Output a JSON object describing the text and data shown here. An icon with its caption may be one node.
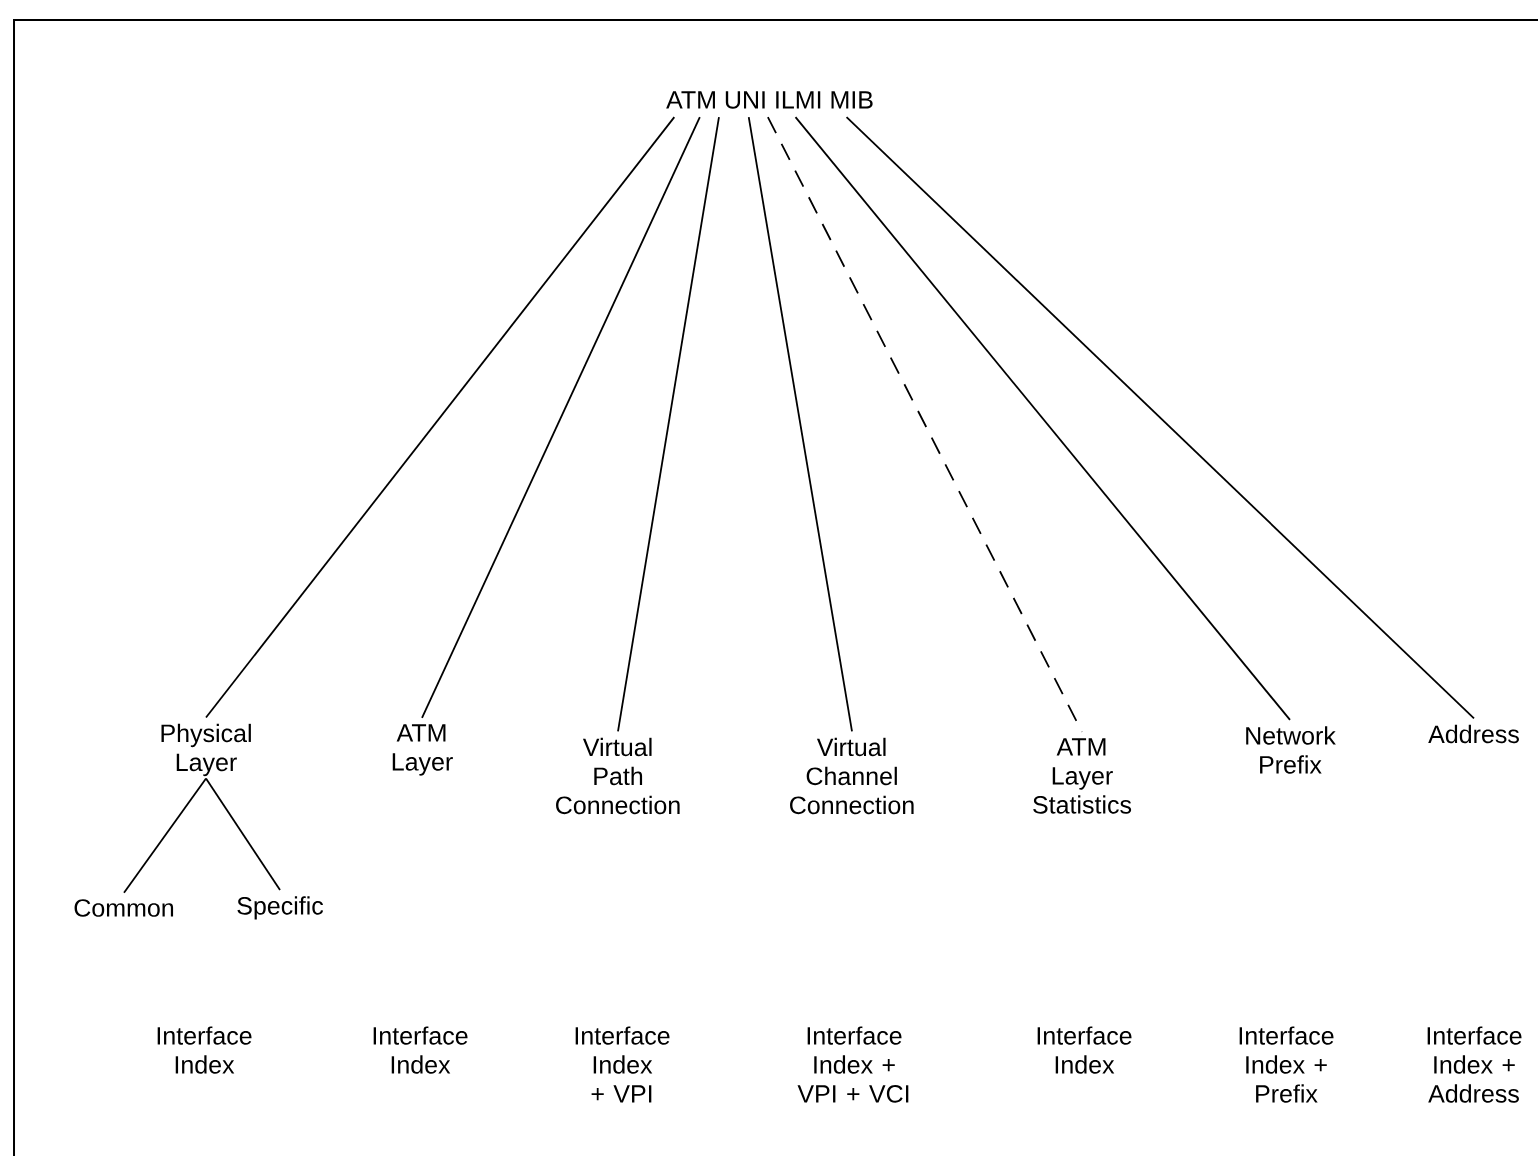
{
  "diagram": {
    "nodes": [
      {
        "text": [
          "ATM UNI ILMI MIB"
        ]
      },
      {
        "text": [
          "Physical Layer"
        ]
      },
      {
        "text": [
          "ATM Layer"
        ]
      },
      {
        "text": [
          "Virtual Path Connection"
        ]
      },
      {
        "text": [
          "Virtual Channel Connection"
        ]
      },
      {
        "text": [
          "ATM Layer Statistics"
        ]
      },
      {
        "text": [
          "Network Prefix"
        ]
      },
      {
        "text": [
          "Address"
        ]
      },
      {
        "text": [
          "Common"
        ]
      },
      {
        "text": [
          "Specific"
        ]
      }
    ],
    "edges": [
      {
        "from": 0,
        "to": 1,
        "arrow": "none"
      },
      {
        "from": 0,
        "to": 2,
        "arrow": "none"
      },
      {
        "from": 0,
        "to": 3,
        "arrow": "none"
      },
      {
        "from": 0,
        "to": 4,
        "arrow": "none"
      },
      {
        "from": 0,
        "to": 5,
        "arrow": "none",
        "style": "dashed"
      },
      {
        "from": 0,
        "to": 6,
        "arrow": "none"
      },
      {
        "from": 0,
        "to": 7,
        "arrow": "none"
      },
      {
        "from": 1,
        "to": 8,
        "arrow": "none"
      },
      {
        "from": 1,
        "to": 9,
        "arrow": "none"
      }
    ],
    "labels": [
      "Interface Index",
      "Interface Index",
      "Interface Index + VPI",
      "Interface Index + VPI + VCI",
      "Interface Index",
      "Interface Index + Prefix",
      "Interface Index + Address"
    ]
  }
}
